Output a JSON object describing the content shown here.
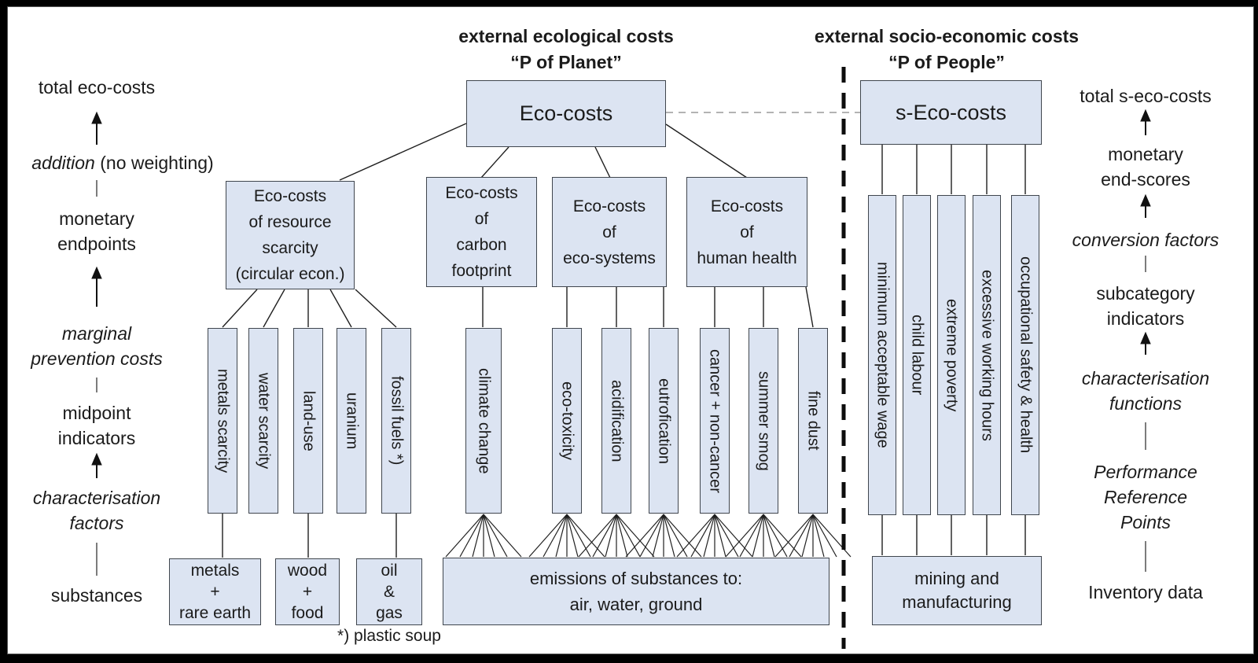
{
  "headings": {
    "planet_line1": "external ecological costs",
    "planet_line2": "“P of Planet”",
    "people_line1": "external socio-economic costs",
    "people_line2": "“P of People”"
  },
  "left_labels": {
    "total": "total eco-costs",
    "addition_em": "addition",
    "addition_rest": " (no weighting)",
    "monetary_1": "monetary",
    "monetary_2": "endpoints",
    "marginal_1": "marginal",
    "marginal_2": "prevention costs",
    "midpoint_1": "midpoint",
    "midpoint_2": "indicators",
    "charact_1": "characterisation",
    "charact_2": "factors",
    "substances": "substances"
  },
  "right_labels": {
    "total": "total s-eco-costs",
    "monetary_1": "monetary",
    "monetary_2": "end-scores",
    "conversion": "conversion factors",
    "subcat_1": "subcategory",
    "subcat_2": "indicators",
    "charact_1": "characterisation",
    "charact_2": "functions",
    "prp_1": "Performance",
    "prp_2": "Reference",
    "prp_3": "Points",
    "inventory": "Inventory data"
  },
  "planet": {
    "root": "Eco-costs",
    "categories": [
      {
        "lines": [
          "Eco-costs",
          "of resource",
          "scarcity",
          "(circular econ.)"
        ]
      },
      {
        "lines": [
          "Eco-costs",
          "of",
          "carbon",
          "footprint"
        ]
      },
      {
        "lines": [
          "Eco-costs",
          "of",
          "eco-systems"
        ]
      },
      {
        "lines": [
          "Eco-costs",
          "of",
          "human health"
        ]
      }
    ],
    "midpoints": [
      "metals scarcity",
      "water scarcity",
      "land-use",
      "uranium",
      "fossil fuels *)",
      "climate change",
      "eco-toxicity",
      "acidification",
      "eutrofication",
      "cancer + non-cancer",
      "summer smog",
      "fine dust"
    ],
    "substances": [
      {
        "lines": [
          "metals",
          "+",
          "rare earth"
        ]
      },
      {
        "lines": [
          "wood",
          "+",
          "food"
        ]
      },
      {
        "lines": [
          "oil",
          "&",
          "gas"
        ]
      }
    ],
    "emissions_1": "emissions of substances to:",
    "emissions_2": "air, water, ground",
    "footnote": "*) plastic soup"
  },
  "people": {
    "root": "s-Eco-costs",
    "subcategories": [
      "minimum acceptable wage",
      "child labour",
      "extreme poverty",
      "excessive working hours",
      "occupational safety & health"
    ],
    "source_1": "mining and",
    "source_2": "manufacturing"
  },
  "colors": {
    "box_fill": "#dce4f2",
    "box_border": "#40464e",
    "line": "#1f1f1f",
    "dashed_link": "#9a9a9a",
    "separator": "#0d0d0d"
  }
}
